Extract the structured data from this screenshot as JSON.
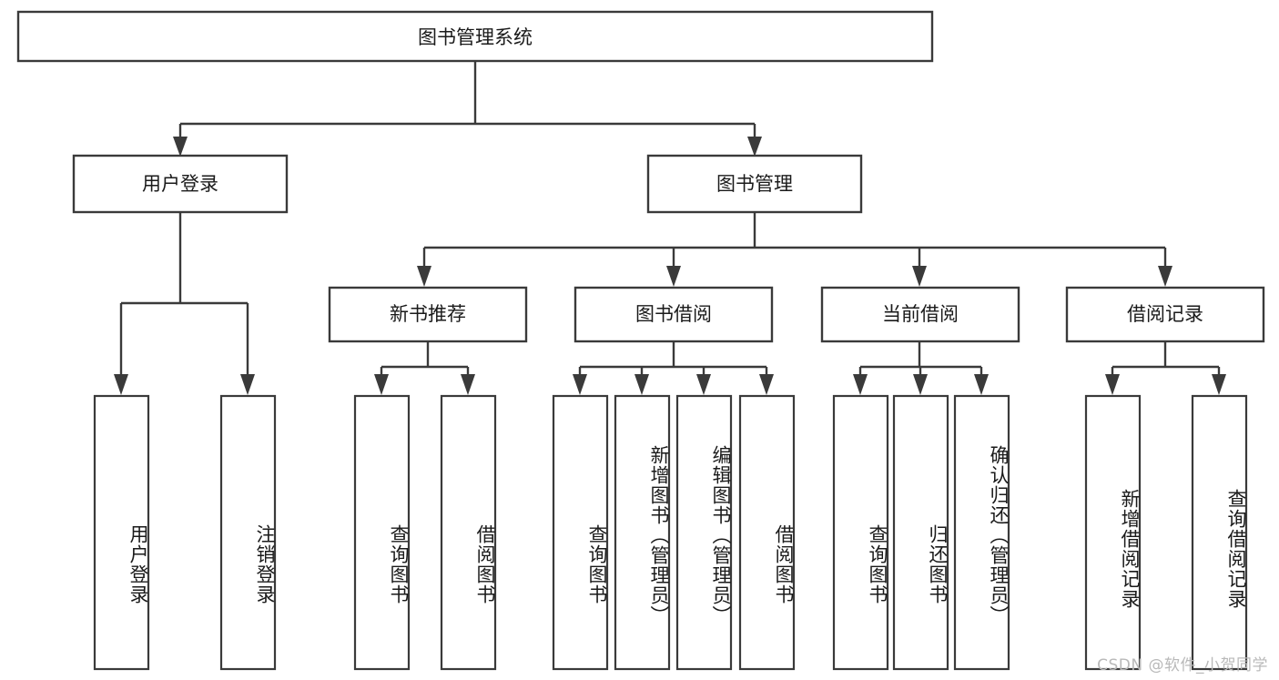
{
  "diagram": {
    "type": "tree-hierarchy",
    "orientation": "top-down",
    "title_node": {
      "label": "图书管理系统"
    },
    "level1": [
      {
        "label": "用户登录"
      },
      {
        "label": "图书管理"
      }
    ],
    "level2": [
      {
        "label": "新书推荐"
      },
      {
        "label": "图书借阅"
      },
      {
        "label": "当前借阅"
      },
      {
        "label": "借阅记录"
      }
    ],
    "leaves": {
      "user_login": [
        {
          "label": "用户登录"
        },
        {
          "label": "注销登录"
        }
      ],
      "new_book_recommend": [
        {
          "label": "查询图书"
        },
        {
          "label": "借阅图书"
        }
      ],
      "book_borrow": [
        {
          "label": "查询图书"
        },
        {
          "label": "新增图书（管理员）"
        },
        {
          "label": "编辑图书（管理员）"
        },
        {
          "label": "借阅图书"
        }
      ],
      "current_borrow": [
        {
          "label": "查询图书"
        },
        {
          "label": "归还图书"
        },
        {
          "label": "确认归还（管理员）"
        }
      ],
      "borrow_record": [
        {
          "label": "新增借阅记录"
        },
        {
          "label": "查询借阅记录"
        }
      ]
    }
  },
  "watermark": {
    "text": "CSDN @软件_小贺同学"
  },
  "colors": {
    "stroke": "#3a3a3a",
    "fill": "#ffffff",
    "text": "#1a1a1a",
    "watermark": "#b9b9b9"
  }
}
